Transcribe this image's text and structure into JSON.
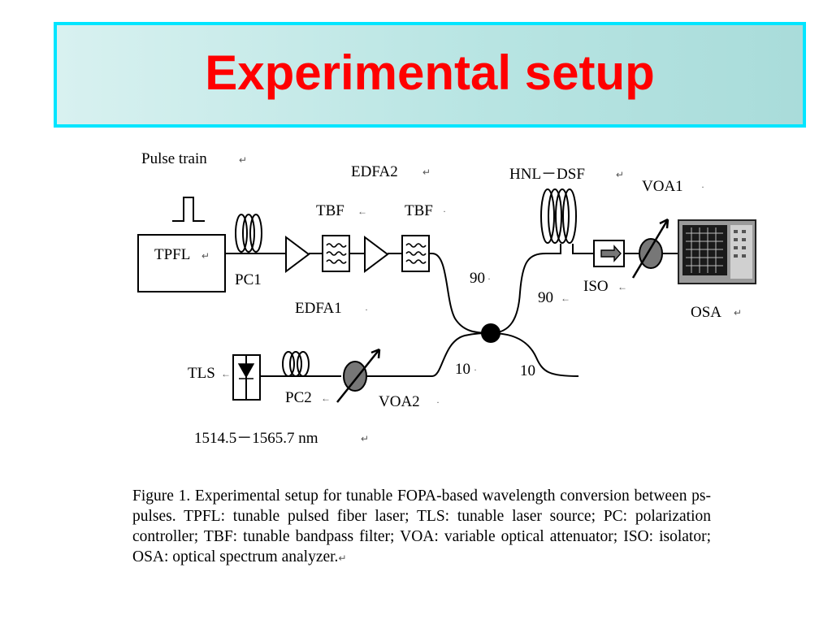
{
  "slide": {
    "title": "Experimental setup",
    "title_color": "#ff0000",
    "title_border_color": "#00e5ff"
  },
  "diagram": {
    "labels": {
      "pulse_train": "Pulse train",
      "tpfl": "TPFL",
      "pc1": "PC1",
      "edfa1": "EDFA1",
      "tbf1": "TBF",
      "tbf2": "TBF",
      "edfa2": "EDFA2",
      "hnl_dsf": "HNL－DSF",
      "voa1": "VOA1",
      "iso": "ISO",
      "osa": "OSA",
      "tls": "TLS",
      "pc2": "PC2",
      "voa2": "VOA2",
      "wavelength_range": "1514.5－1565.7 nm",
      "coupler_90_in": "90",
      "coupler_90_out": "90",
      "coupler_10_in": "10",
      "coupler_10_out": "10"
    },
    "marks": {
      "return": "↵",
      "arrow": "←",
      "dot": "·"
    }
  },
  "caption": {
    "text": "Figure 1.  Experimental setup for tunable FOPA-based wavelength conversion between ps-pulses. TPFL: tunable pulsed fiber laser; TLS: tunable laser source; PC: polarization controller; TBF: tunable bandpass filter; VOA: variable optical attenuator; ISO: isolator; OSA: optical spectrum analyzer.",
    "mark": "↵"
  }
}
